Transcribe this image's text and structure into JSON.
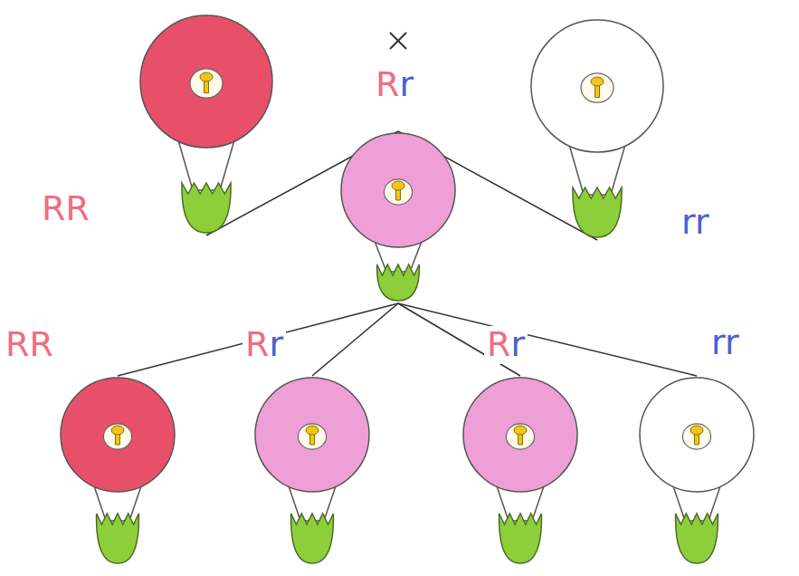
{
  "diagram": {
    "nodes": [
      {
        "text": [
          "RR"
        ]
      },
      {
        "text": [
          "rr"
        ]
      },
      {
        "text": [
          "Rr"
        ]
      },
      {
        "text": [
          "RR"
        ]
      },
      {
        "text": [
          "Rr"
        ]
      },
      {
        "text": [
          "Rr"
        ]
      },
      {
        "text": [
          "rr"
        ]
      }
    ],
    "edges": [
      {
        "from": 0,
        "to": 2,
        "arrow": "none"
      },
      {
        "from": 1,
        "to": 2,
        "arrow": "none"
      },
      {
        "from": 2,
        "to": 3,
        "arrow": "none"
      },
      {
        "from": 2,
        "to": 4,
        "arrow": "none"
      },
      {
        "from": 2,
        "to": 5,
        "arrow": "none"
      },
      {
        "from": 2,
        "to": 6,
        "arrow": "none"
      }
    ]
  }
}
